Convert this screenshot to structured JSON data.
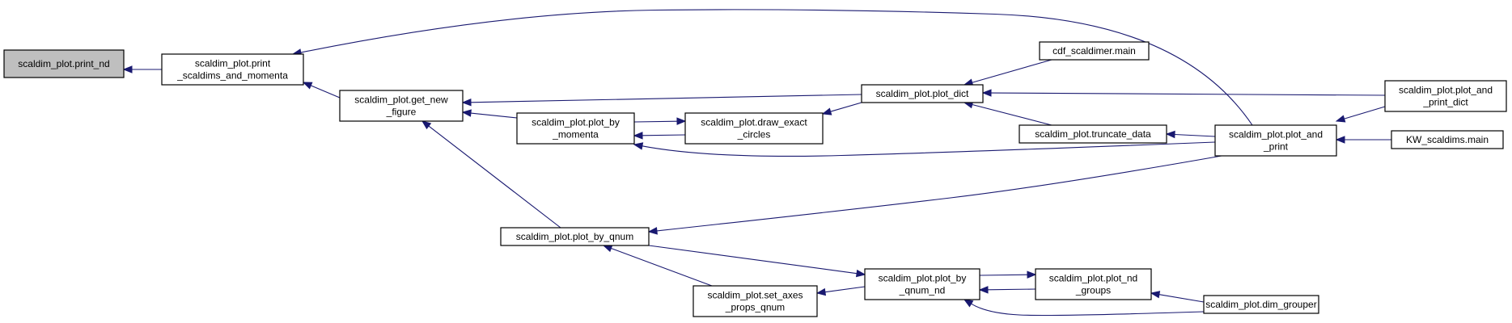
{
  "graph": {
    "title": "",
    "colors": {
      "edge": "#191970",
      "node_fill": "#ffffff",
      "node_stroke": "#000000",
      "root_fill": "#bfbfbf"
    },
    "nodes": [
      {
        "id": "print_nd",
        "lines": [
          "scaldim_plot.print_nd"
        ],
        "root": true
      },
      {
        "id": "print_scaldims_and_momenta",
        "lines": [
          "scaldim_plot.print",
          "_scaldims_and_momenta"
        ]
      },
      {
        "id": "get_new_figure",
        "lines": [
          "scaldim_plot.get_new",
          "_figure"
        ]
      },
      {
        "id": "plot_by_momenta",
        "lines": [
          "scaldim_plot.plot_by",
          "_momenta"
        ]
      },
      {
        "id": "draw_exact_circles",
        "lines": [
          "scaldim_plot.draw_exact",
          "_circles"
        ]
      },
      {
        "id": "plot_dict",
        "lines": [
          "scaldim_plot.plot_dict"
        ]
      },
      {
        "id": "cdf_scaldimer_main",
        "lines": [
          "cdf_scaldimer.main"
        ]
      },
      {
        "id": "truncate_data",
        "lines": [
          "scaldim_plot.truncate_data"
        ]
      },
      {
        "id": "plot_and_print",
        "lines": [
          "scaldim_plot.plot_and",
          "_print"
        ]
      },
      {
        "id": "plot_and_print_dict",
        "lines": [
          "scaldim_plot.plot_and",
          "_print_dict"
        ]
      },
      {
        "id": "kw_scaldims_main",
        "lines": [
          "KW_scaldims.main"
        ]
      },
      {
        "id": "plot_by_qnum",
        "lines": [
          "scaldim_plot.plot_by_qnum"
        ]
      },
      {
        "id": "set_axes_props_qnum",
        "lines": [
          "scaldim_plot.set_axes",
          "_props_qnum"
        ]
      },
      {
        "id": "plot_by_qnum_nd",
        "lines": [
          "scaldim_plot.plot_by",
          "_qnum_nd"
        ]
      },
      {
        "id": "plot_nd_groups",
        "lines": [
          "scaldim_plot.plot_nd",
          "_groups"
        ]
      },
      {
        "id": "dim_grouper",
        "lines": [
          "scaldim_plot.dim_grouper"
        ]
      }
    ],
    "edges": [
      {
        "from": "print_scaldims_and_momenta",
        "to": "print_nd"
      },
      {
        "from": "plot_and_print",
        "to": "print_scaldims_and_momenta"
      },
      {
        "from": "get_new_figure",
        "to": "print_scaldims_and_momenta"
      },
      {
        "from": "plot_dict",
        "to": "get_new_figure"
      },
      {
        "from": "plot_by_momenta",
        "to": "get_new_figure"
      },
      {
        "from": "plot_by_qnum",
        "to": "get_new_figure"
      },
      {
        "from": "draw_exact_circles",
        "to": "plot_by_momenta"
      },
      {
        "from": "plot_by_momenta",
        "to": "draw_exact_circles"
      },
      {
        "from": "plot_and_print",
        "to": "plot_by_momenta"
      },
      {
        "from": "plot_dict",
        "to": "draw_exact_circles"
      },
      {
        "from": "cdf_scaldimer_main",
        "to": "plot_dict"
      },
      {
        "from": "plot_and_print_dict",
        "to": "plot_dict"
      },
      {
        "from": "truncate_data",
        "to": "plot_dict"
      },
      {
        "from": "plot_and_print",
        "to": "truncate_data"
      },
      {
        "from": "plot_and_print_dict",
        "to": "plot_and_print"
      },
      {
        "from": "kw_scaldims_main",
        "to": "plot_and_print"
      },
      {
        "from": "plot_and_print",
        "to": "plot_by_qnum"
      },
      {
        "from": "set_axes_props_qnum",
        "to": "plot_by_qnum"
      },
      {
        "from": "plot_by_qnum",
        "to": "plot_by_qnum_nd"
      },
      {
        "from": "plot_by_qnum_nd",
        "to": "set_axes_props_qnum"
      },
      {
        "from": "plot_by_qnum_nd",
        "to": "plot_nd_groups"
      },
      {
        "from": "plot_nd_groups",
        "to": "plot_by_qnum_nd"
      },
      {
        "from": "dim_grouper",
        "to": "plot_by_qnum_nd"
      },
      {
        "from": "dim_grouper",
        "to": "plot_nd_groups"
      }
    ]
  }
}
